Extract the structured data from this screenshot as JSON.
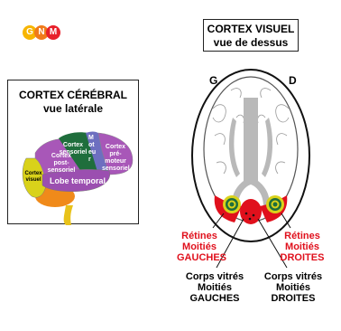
{
  "logo": {
    "letters": [
      "G",
      "N",
      "M"
    ],
    "colors": [
      "#f7b500",
      "#f07a1a",
      "#e8202a"
    ]
  },
  "cortex_cerebral": {
    "title": "CORTEX CÉRÉBRAL",
    "subtitle": "vue latérale"
  },
  "brain_regions": {
    "sensoriel": "Cortex sensoriel",
    "moteur": "Moteur",
    "premoteur": "Cortex pré-moteur sensoriel",
    "post_sensoriel": "Cortex post-sensoriel",
    "lobe_temporal": "Lobe temporal",
    "visuel": "Cortex visuel"
  },
  "cortex_visuel": {
    "title": "CORTEX VISUEL",
    "subtitle": "vue de dessus"
  },
  "side_left": "G",
  "side_right": "D",
  "retines_left": [
    "Rétines",
    "Moitiés",
    "GAUCHES"
  ],
  "retines_right": [
    "Rétines",
    "Moitiés",
    "DROITES"
  ],
  "corps_left": [
    "Corps vitrés",
    "Moitiés",
    "GAUCHES"
  ],
  "corps_right": [
    "Corps vitrés",
    "Moitiés",
    "DROITES"
  ],
  "colors": {
    "red": "#e0101c",
    "green": "#1f6e3c",
    "purple": "#a857b8",
    "yellow": "#d9d21a",
    "orange": "#f08a1a"
  }
}
